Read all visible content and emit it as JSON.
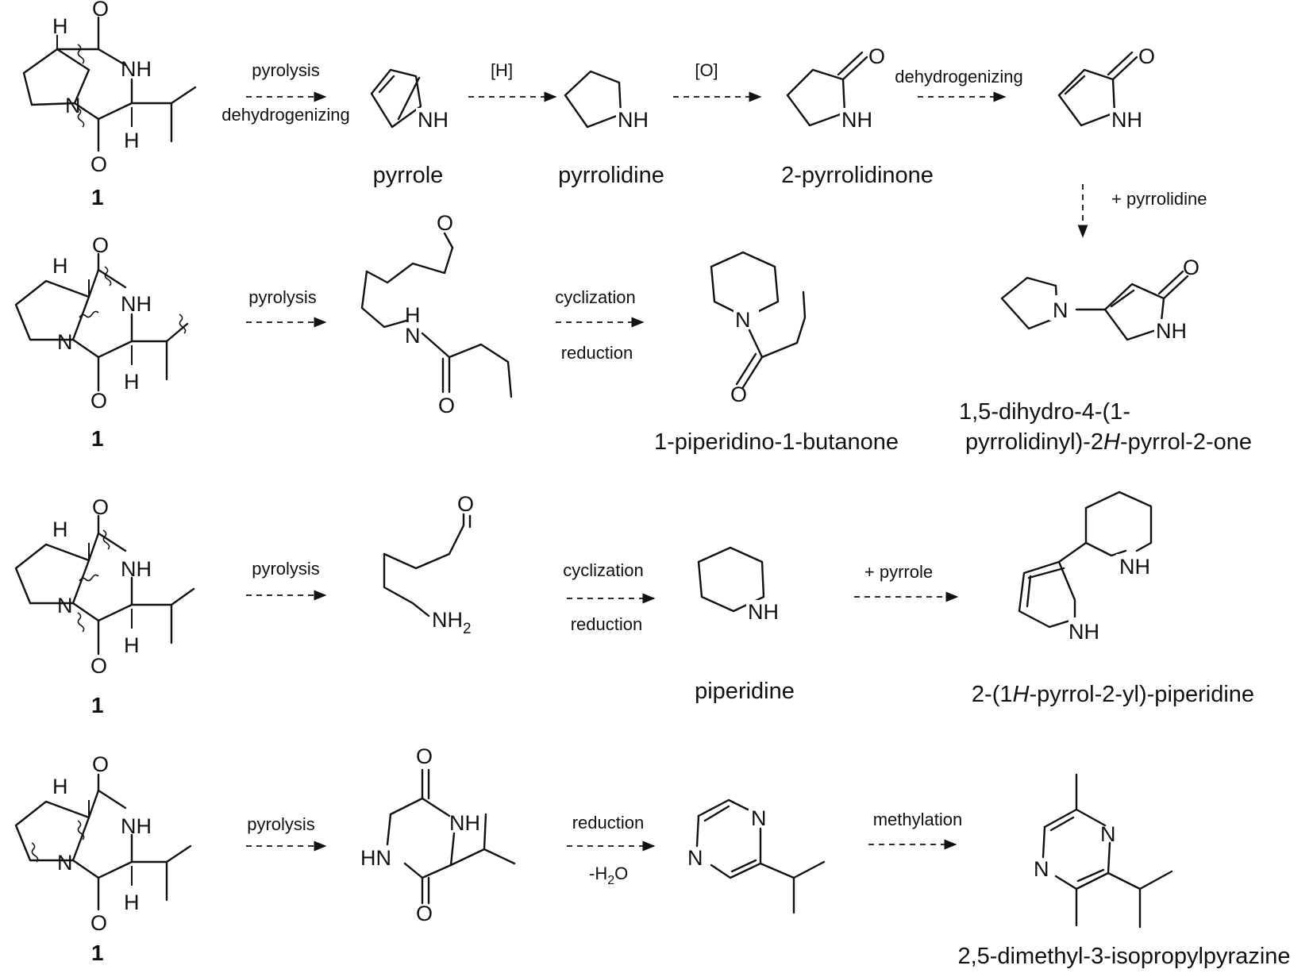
{
  "compound_number": "1",
  "atoms": {
    "H": "H",
    "O": "O",
    "N": "N",
    "NH": "NH",
    "HN": "HN",
    "NH2_main": "NH",
    "NH2_sub": "2"
  },
  "rows": [
    {
      "steps": [
        {
          "above": "pyrolysis",
          "below": "dehydrogenizing"
        },
        {
          "above": "[H]",
          "below": ""
        },
        {
          "above": "[O]",
          "below": ""
        },
        {
          "above": "dehydrogenizing",
          "below": ""
        },
        {
          "above": "+ pyrrolidine",
          "below": ""
        }
      ],
      "products": [
        "pyrrole",
        "pyrrolidine",
        "2-pyrrolidinone"
      ]
    },
    {
      "steps": [
        {
          "above": "pyrolysis",
          "below": ""
        },
        {
          "above": "cyclization",
          "below": "reduction"
        }
      ],
      "products": [
        "1-piperidino-1-butanone"
      ],
      "side_product_lines": [
        "1,5-dihydro-4-(1-",
        "pyrrolidinyl)-2",
        "H",
        "-pyrrol-2-one"
      ]
    },
    {
      "steps": [
        {
          "above": "pyrolysis",
          "below": ""
        },
        {
          "above": "cyclization",
          "below": "reduction"
        },
        {
          "above": "+ pyrrole",
          "below": ""
        }
      ],
      "products": [
        "piperidine"
      ],
      "final_product_parts": [
        "2-(1",
        "H",
        "-pyrrol-2-yl)-piperidine"
      ]
    },
    {
      "steps": [
        {
          "above": "pyrolysis",
          "below": ""
        },
        {
          "above": "reduction",
          "below": "-H",
          "below_sub": "2",
          "below_tail": "O"
        },
        {
          "above": "methylation",
          "below": ""
        }
      ],
      "products": [
        "2,5-dimethyl-3-isopropylpyrazine"
      ]
    }
  ]
}
